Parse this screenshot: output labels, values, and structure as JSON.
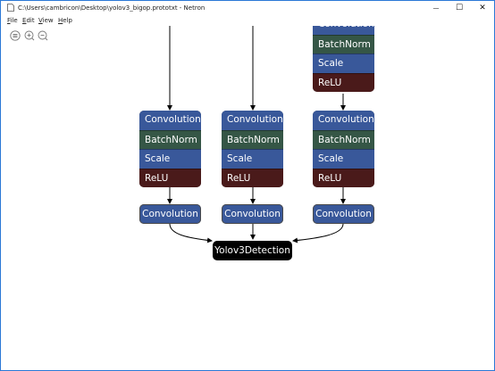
{
  "window": {
    "title": "C:\\Users\\cambricon\\Desktop\\yolov3_bigop.prototxt - Netron",
    "minimize_glyph": "—",
    "maximize_glyph": "☐",
    "close_glyph": "✕"
  },
  "menu": {
    "file": "File",
    "edit": "Edit",
    "view": "View",
    "help": "Help"
  },
  "toolbar": {
    "icons": [
      "menu-icon",
      "zoom-in-icon",
      "zoom-out-icon"
    ]
  },
  "graph": {
    "top_right_node": {
      "rows": [
        "Convolution",
        "BatchNorm",
        "Scale",
        "ReLU"
      ]
    },
    "blocks": [
      {
        "rows": [
          "Convolution",
          "BatchNorm",
          "Scale",
          "ReLU"
        ],
        "conv": "Convolution"
      },
      {
        "rows": [
          "Convolution",
          "BatchNorm",
          "Scale",
          "ReLU"
        ],
        "conv": "Convolution"
      },
      {
        "rows": [
          "Convolution",
          "BatchNorm",
          "Scale",
          "ReLU"
        ],
        "conv": "Convolution"
      }
    ],
    "output_node": "Yolov3Detection"
  },
  "colors": {
    "convolution": "#39589a",
    "batchnorm": "#355646",
    "scale": "#39589a",
    "relu": "#4a1a1a",
    "output": "#000000"
  }
}
